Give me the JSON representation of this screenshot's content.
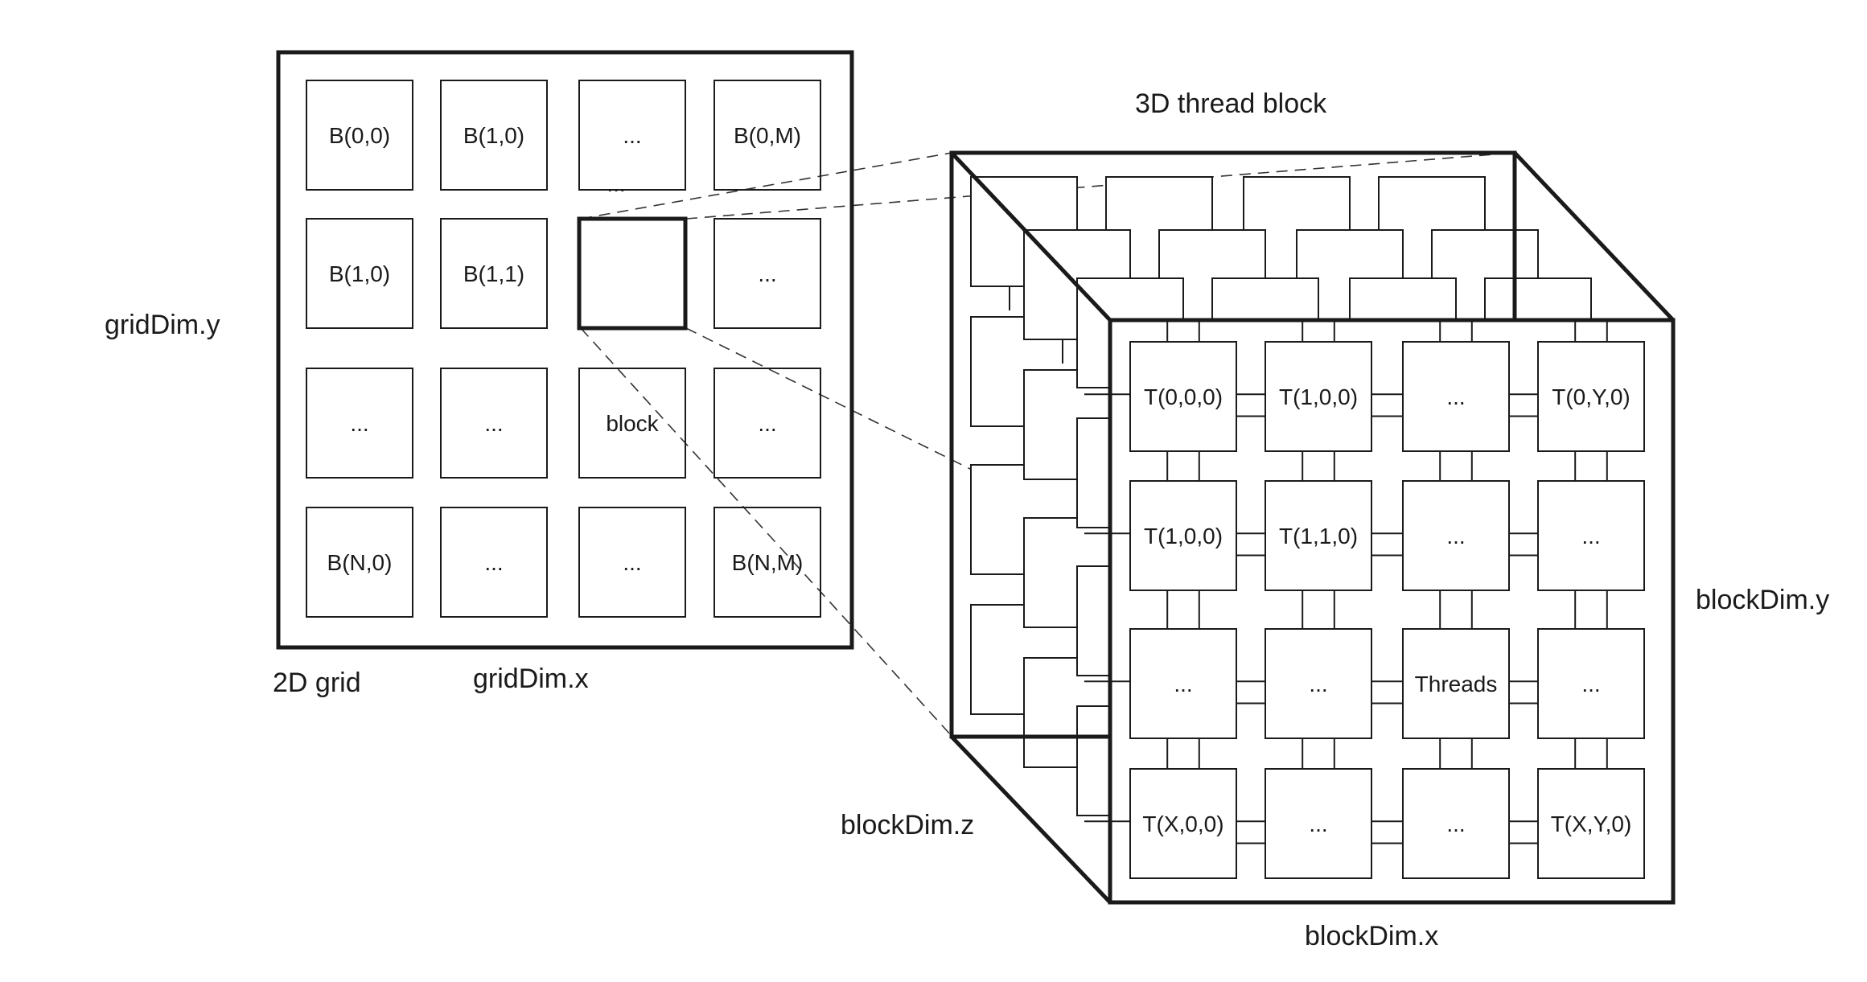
{
  "labels": {
    "grid_dim_y": "gridDim.y",
    "grid_caption": "2D grid",
    "grid_dim_x": "gridDim.x",
    "block_title": "3D thread block",
    "block_dim_y": "blockDim.y",
    "block_dim_z": "blockDim.z",
    "block_dim_x": "blockDim.x"
  },
  "grid": {
    "rows": [
      [
        "B(0,0)",
        "B(1,0)",
        "...",
        "B(0,M)"
      ],
      [
        "B(1,0)",
        "B(1,1)",
        "",
        "..."
      ],
      [
        "...",
        "...",
        "block",
        "..."
      ],
      [
        "B(N,0)",
        "...",
        "...",
        "B(N,M)"
      ]
    ],
    "extra_dots": "...",
    "highlighted_cell": [
      1,
      2
    ]
  },
  "thread_block": {
    "front_rows": [
      [
        "T(0,0,0)",
        "T(1,0,0)",
        "...",
        "T(0,Y,0)"
      ],
      [
        "T(1,0,0)",
        "T(1,1,0)",
        "...",
        "..."
      ],
      [
        "...",
        "...",
        "Threads",
        "..."
      ],
      [
        "T(X,0,0)",
        "...",
        "...",
        "T(X,Y,0)"
      ]
    ]
  },
  "colors": {
    "stroke": "#1a1a1a",
    "background": "#ffffff"
  }
}
